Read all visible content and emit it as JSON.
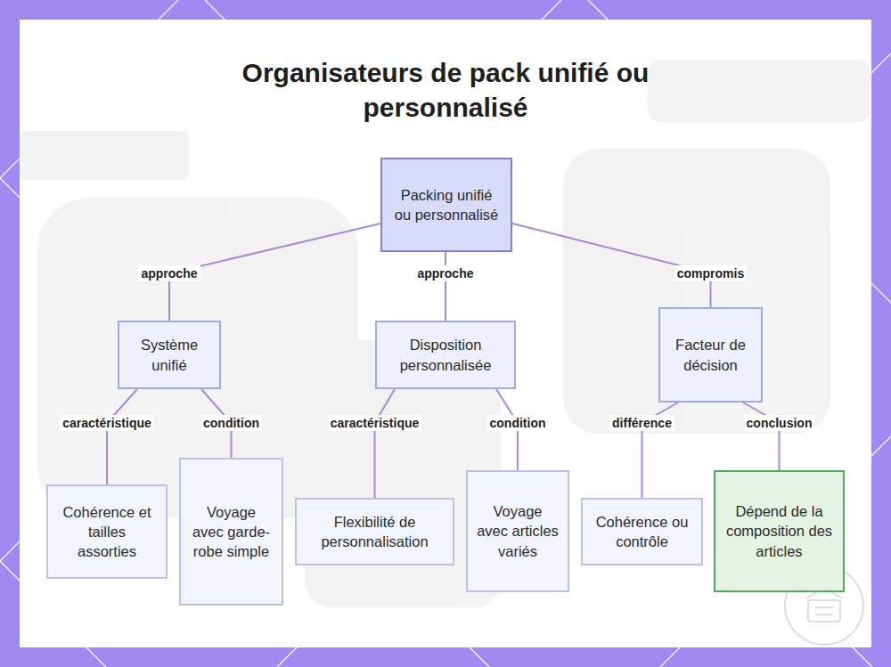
{
  "diagram": {
    "title": "Organisateurs de pack unifié ou personnalisé",
    "nodes": [
      {
        "text": [
          "Packing unifié ou personnalisé"
        ]
      },
      {
        "text": [
          "Système unifié"
        ]
      },
      {
        "text": [
          "Disposition personnalisée"
        ]
      },
      {
        "text": [
          "Facteur de décision"
        ]
      },
      {
        "text": [
          "Cohérence et tailles assorties"
        ]
      },
      {
        "text": [
          "Voyage avec garde-robe simple"
        ]
      },
      {
        "text": [
          "Flexibilité de personnalisation"
        ]
      },
      {
        "text": [
          "Voyage avec articles variés"
        ]
      },
      {
        "text": [
          "Cohérence ou contrôle"
        ]
      },
      {
        "text": [
          "Dépend de la composition des articles"
        ]
      }
    ],
    "edges": [
      {
        "from": 0,
        "to": 1,
        "label": "approche",
        "arrow": "none"
      },
      {
        "from": 0,
        "to": 2,
        "label": "approche",
        "arrow": "none"
      },
      {
        "from": 0,
        "to": 3,
        "label": "compromis",
        "arrow": "none"
      },
      {
        "from": 1,
        "to": 4,
        "label": "caractéristique",
        "arrow": "none"
      },
      {
        "from": 1,
        "to": 5,
        "label": "condition",
        "arrow": "none"
      },
      {
        "from": 2,
        "to": 6,
        "label": "caractéristique",
        "arrow": "none"
      },
      {
        "from": 2,
        "to": 7,
        "label": "condition",
        "arrow": "none"
      },
      {
        "from": 3,
        "to": 8,
        "label": "différence",
        "arrow": "none"
      },
      {
        "from": 3,
        "to": 9,
        "label": "conclusion",
        "arrow": "none"
      }
    ]
  }
}
